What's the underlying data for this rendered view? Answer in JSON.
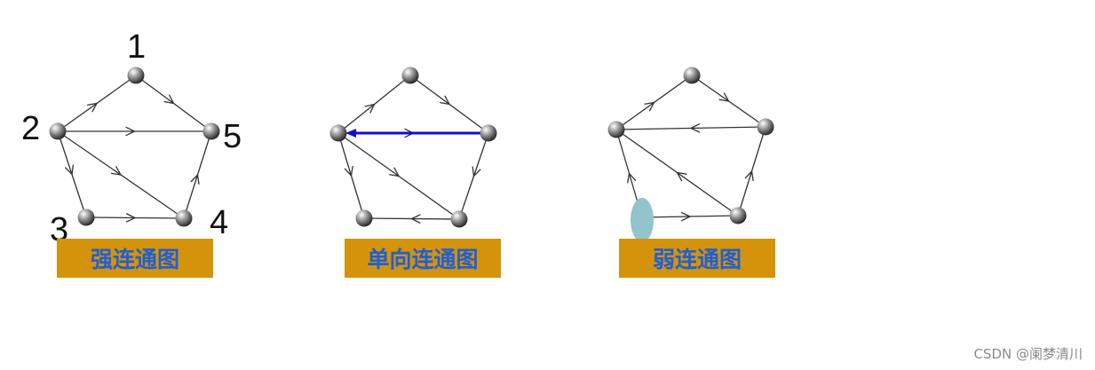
{
  "colors": {
    "label_bg": "#d4930a",
    "label_text": "#1f5fd6",
    "edge": "#333333",
    "highlight_edge": "#1010c8",
    "ellipse": "#93c3cc"
  },
  "labels": {
    "strong": "强连通图",
    "unilateral": "单向连通图",
    "weak": "弱连通图"
  },
  "node_numbers": {
    "n1": "1",
    "n2": "2",
    "n3": "3",
    "n4": "4",
    "n5": "5"
  },
  "watermark": "CSDN @阑梦清川"
}
